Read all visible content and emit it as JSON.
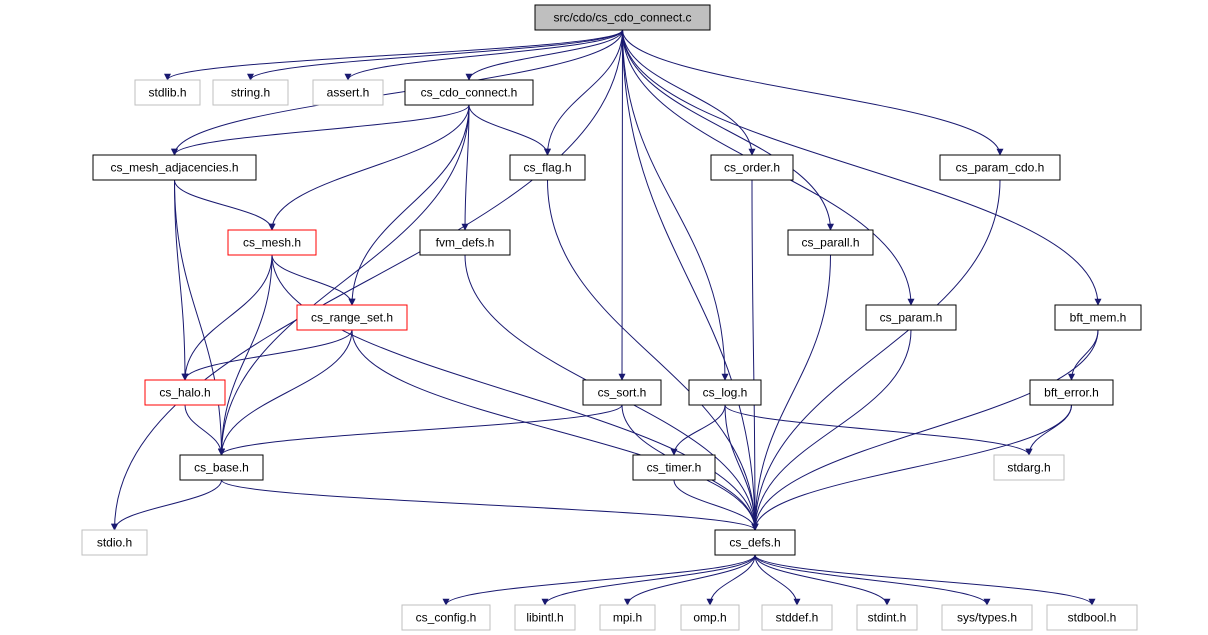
{
  "colors": {
    "edge": "#191970",
    "root_fill": "#bfbfbf",
    "root_border": "#000000",
    "normal_border": "#000000",
    "truncated_border": "#ff0000",
    "system_border": "#bfbfbf",
    "text": "#000000"
  },
  "nodes": [
    {
      "id": "root",
      "label": "src/cdo/cs_cdo_connect.c",
      "kind": "root"
    },
    {
      "id": "stdlib",
      "label": "stdlib.h",
      "kind": "system"
    },
    {
      "id": "string",
      "label": "string.h",
      "kind": "system"
    },
    {
      "id": "assert",
      "label": "assert.h",
      "kind": "system"
    },
    {
      "id": "cdo_connect_h",
      "label": "cs_cdo_connect.h",
      "kind": "normal"
    },
    {
      "id": "mesh_adj",
      "label": "cs_mesh_adjacencies.h",
      "kind": "normal"
    },
    {
      "id": "flag",
      "label": "cs_flag.h",
      "kind": "normal"
    },
    {
      "id": "order",
      "label": "cs_order.h",
      "kind": "normal"
    },
    {
      "id": "param_cdo",
      "label": "cs_param_cdo.h",
      "kind": "normal"
    },
    {
      "id": "mesh",
      "label": "cs_mesh.h",
      "kind": "truncated"
    },
    {
      "id": "fvm_defs",
      "label": "fvm_defs.h",
      "kind": "normal"
    },
    {
      "id": "parall",
      "label": "cs_parall.h",
      "kind": "normal"
    },
    {
      "id": "range_set",
      "label": "cs_range_set.h",
      "kind": "truncated"
    },
    {
      "id": "param",
      "label": "cs_param.h",
      "kind": "normal"
    },
    {
      "id": "bft_mem",
      "label": "bft_mem.h",
      "kind": "normal"
    },
    {
      "id": "halo",
      "label": "cs_halo.h",
      "kind": "truncated"
    },
    {
      "id": "sort",
      "label": "cs_sort.h",
      "kind": "normal"
    },
    {
      "id": "log",
      "label": "cs_log.h",
      "kind": "normal"
    },
    {
      "id": "bft_error",
      "label": "bft_error.h",
      "kind": "normal"
    },
    {
      "id": "base",
      "label": "cs_base.h",
      "kind": "normal"
    },
    {
      "id": "timer",
      "label": "cs_timer.h",
      "kind": "normal"
    },
    {
      "id": "stdarg",
      "label": "stdarg.h",
      "kind": "system"
    },
    {
      "id": "stdio",
      "label": "stdio.h",
      "kind": "system"
    },
    {
      "id": "defs",
      "label": "cs_defs.h",
      "kind": "normal"
    },
    {
      "id": "cs_config",
      "label": "cs_config.h",
      "kind": "system"
    },
    {
      "id": "libintl",
      "label": "libintl.h",
      "kind": "system"
    },
    {
      "id": "mpi",
      "label": "mpi.h",
      "kind": "system"
    },
    {
      "id": "omp",
      "label": "omp.h",
      "kind": "system"
    },
    {
      "id": "stddef",
      "label": "stddef.h",
      "kind": "system"
    },
    {
      "id": "stdint",
      "label": "stdint.h",
      "kind": "system"
    },
    {
      "id": "systypes",
      "label": "sys/types.h",
      "kind": "system"
    },
    {
      "id": "stdbool",
      "label": "stdbool.h",
      "kind": "system"
    }
  ],
  "edges": [
    [
      "root",
      "stdlib"
    ],
    [
      "root",
      "string"
    ],
    [
      "root",
      "assert"
    ],
    [
      "root",
      "cdo_connect_h"
    ],
    [
      "root",
      "mesh_adj"
    ],
    [
      "root",
      "flag"
    ],
    [
      "root",
      "order"
    ],
    [
      "root",
      "param_cdo"
    ],
    [
      "root",
      "parall"
    ],
    [
      "root",
      "param"
    ],
    [
      "root",
      "bft_mem"
    ],
    [
      "root",
      "sort"
    ],
    [
      "root",
      "log"
    ],
    [
      "root",
      "stdio"
    ],
    [
      "root",
      "defs"
    ],
    [
      "cdo_connect_h",
      "mesh_adj"
    ],
    [
      "cdo_connect_h",
      "flag"
    ],
    [
      "cdo_connect_h",
      "mesh"
    ],
    [
      "cdo_connect_h",
      "fvm_defs"
    ],
    [
      "cdo_connect_h",
      "range_set"
    ],
    [
      "cdo_connect_h",
      "base"
    ],
    [
      "mesh_adj",
      "mesh"
    ],
    [
      "mesh_adj",
      "halo"
    ],
    [
      "mesh_adj",
      "base"
    ],
    [
      "mesh",
      "range_set"
    ],
    [
      "mesh",
      "halo"
    ],
    [
      "mesh",
      "base"
    ],
    [
      "mesh",
      "defs"
    ],
    [
      "range_set",
      "halo"
    ],
    [
      "range_set",
      "base"
    ],
    [
      "range_set",
      "defs"
    ],
    [
      "halo",
      "base"
    ],
    [
      "flag",
      "defs"
    ],
    [
      "order",
      "defs"
    ],
    [
      "param_cdo",
      "defs"
    ],
    [
      "fvm_defs",
      "defs"
    ],
    [
      "parall",
      "defs"
    ],
    [
      "param",
      "defs"
    ],
    [
      "bft_mem",
      "bft_error"
    ],
    [
      "bft_mem",
      "defs"
    ],
    [
      "bft_error",
      "stdarg"
    ],
    [
      "bft_error",
      "defs"
    ],
    [
      "sort",
      "base"
    ],
    [
      "sort",
      "defs"
    ],
    [
      "log",
      "timer"
    ],
    [
      "log",
      "stdarg"
    ],
    [
      "log",
      "defs"
    ],
    [
      "timer",
      "defs"
    ],
    [
      "base",
      "stdio"
    ],
    [
      "base",
      "defs"
    ],
    [
      "defs",
      "cs_config"
    ],
    [
      "defs",
      "libintl"
    ],
    [
      "defs",
      "mpi"
    ],
    [
      "defs",
      "omp"
    ],
    [
      "defs",
      "stddef"
    ],
    [
      "defs",
      "stdint"
    ],
    [
      "defs",
      "systypes"
    ],
    [
      "defs",
      "stdbool"
    ]
  ]
}
